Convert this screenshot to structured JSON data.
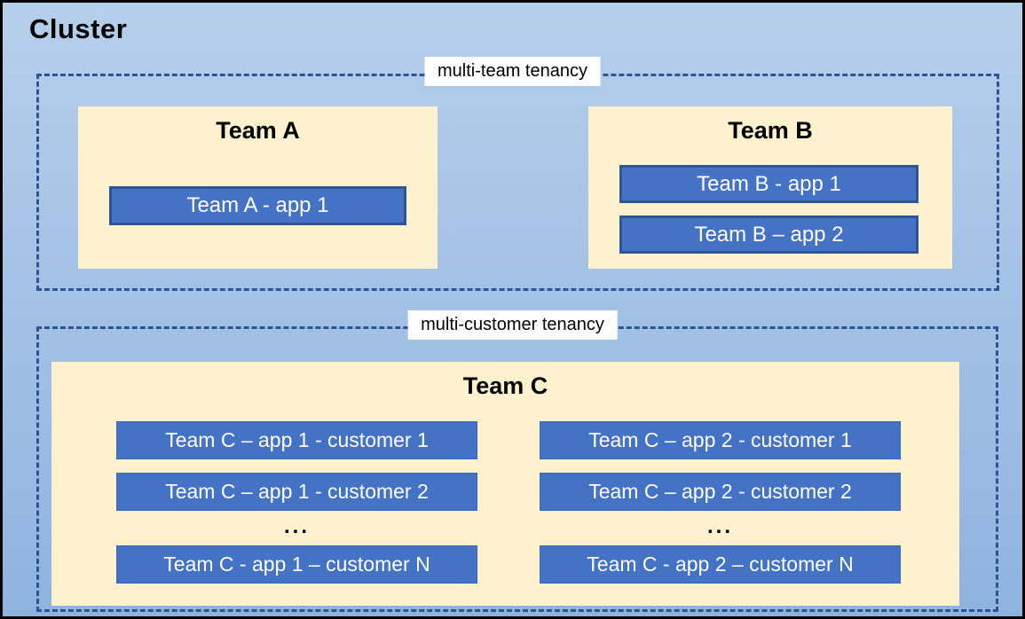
{
  "cluster": {
    "title": "Cluster",
    "sections": [
      {
        "label": "multi-team tenancy",
        "teams": [
          {
            "name": "Team A",
            "apps": [
              "Team A - app 1"
            ]
          },
          {
            "name": "Team B",
            "apps": [
              "Team B - app 1",
              "Team B – app 2"
            ]
          }
        ]
      },
      {
        "label": "multi-customer tenancy",
        "teams": [
          {
            "name": "Team C",
            "columns": [
              {
                "rows": [
                  "Team C – app 1 - customer 1",
                  "Team C – app 1 - customer 2"
                ],
                "ellipsis": "...",
                "last_row": "Team C - app 1 – customer N"
              },
              {
                "rows": [
                  "Team C – app 2 - customer 1",
                  "Team C – app 2 - customer 2"
                ],
                "ellipsis": "...",
                "last_row": "Team C - app 2 – customer N"
              }
            ]
          }
        ]
      }
    ]
  },
  "colors": {
    "canvas_top": "#B6CFEB",
    "canvas_bottom": "#8FB3DF",
    "dashed_border": "#2F5496",
    "team_box_fill": "#FDF1CE",
    "app_box_fill": "#4472C4",
    "app_box_border": "#2F5496",
    "app_box_border_subtle": "#3A66AE",
    "app_text_color": "#FFFFFF",
    "title_color": "#000000",
    "label_bg": "#FFFFFF"
  }
}
